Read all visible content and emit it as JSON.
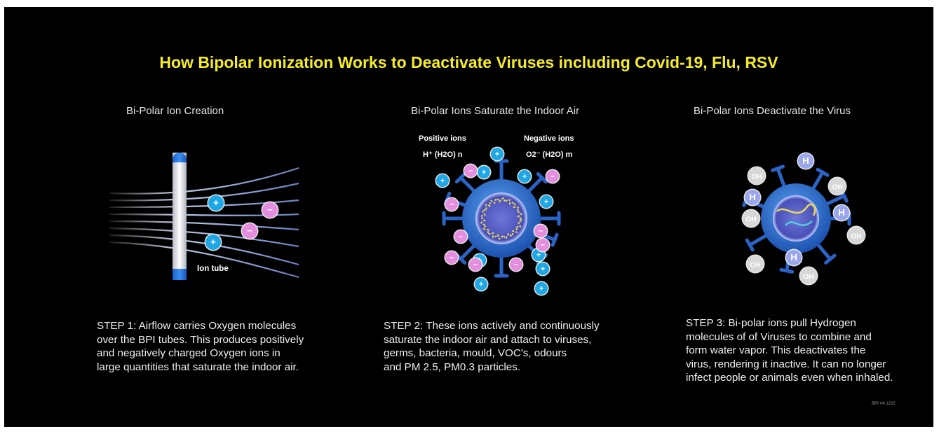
{
  "title": "How Bipolar Ionization Works to Deactivate Viruses including Covid-19, Flu, RSV",
  "panels": [
    {
      "heading": "Bi-Polar Ion Creation",
      "tube_label": "Ion tube",
      "step": "STEP 1: Airflow carries Oxygen molecules\nover the BPI tubes. This produces positively\nand negatively charged Oxygen ions in\nlarge quantities that saturate the indoor air."
    },
    {
      "heading": "Bi-Polar Ions Saturate the Indoor Air",
      "positive_label": "Positive ions",
      "positive_formula": "H⁺ (H2O) n",
      "negative_label": "Negative ions",
      "negative_formula": "O2⁻ (H2O) m",
      "step": "STEP 2: These ions actively and continuously\nsaturate the indoor air and attach to viruses,\ngerms, bacteria, mould, VOC's, odours\nand PM 2.5, PM0.3 particles."
    },
    {
      "heading": "Bi-Polar Ions Deactivate the Virus",
      "step": "STEP 3: Bi-polar ions pull Hydrogen\nmolecules of of Viruses to combine and\nform water vapor. This deactivates the\nvirus, rendering it inactive. It can no longer\ninfect people or animals even when inhaled."
    }
  ],
  "symbols": {
    "plus": "+",
    "minus": "−",
    "hydrogen": "H",
    "hydroxyl": "OH"
  },
  "footer_code": "BPI V4 1222",
  "colors": {
    "title": "#f6ec24",
    "positive_ion": "#1ea7e4",
    "negative_ion": "#e58ee0",
    "virus": "#2f6fd0",
    "hydrogen": "#9aa6ee",
    "hydroxyl": "#d7d7d7"
  }
}
